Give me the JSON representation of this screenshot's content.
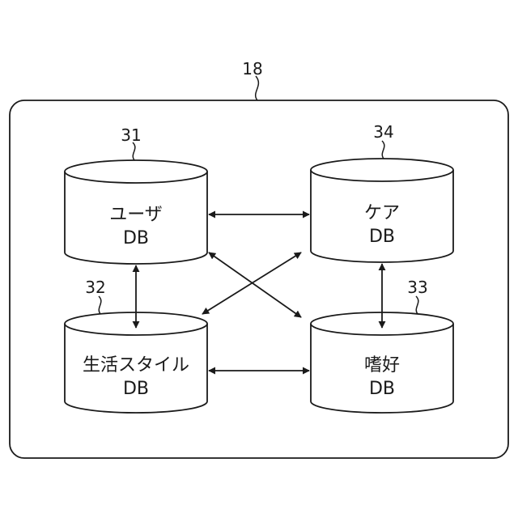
{
  "diagram": {
    "system_ref": "18",
    "databases": {
      "user": {
        "ref": "31",
        "line1": "ユーザ",
        "line2": "DB"
      },
      "care": {
        "ref": "34",
        "line1": "ケア",
        "line2": "DB"
      },
      "lifestyle": {
        "ref": "32",
        "line1": "生活スタイル",
        "line2": "DB"
      },
      "preference": {
        "ref": "33",
        "line1": "嗜好",
        "line2": "DB"
      }
    },
    "connections": [
      {
        "from": "user",
        "to": "care",
        "bidirectional": true
      },
      {
        "from": "user",
        "to": "lifestyle",
        "bidirectional": true
      },
      {
        "from": "user",
        "to": "preference",
        "bidirectional": true
      },
      {
        "from": "care",
        "to": "lifestyle",
        "bidirectional": true
      },
      {
        "from": "care",
        "to": "preference",
        "bidirectional": true
      },
      {
        "from": "lifestyle",
        "to": "preference",
        "bidirectional": true
      }
    ]
  }
}
